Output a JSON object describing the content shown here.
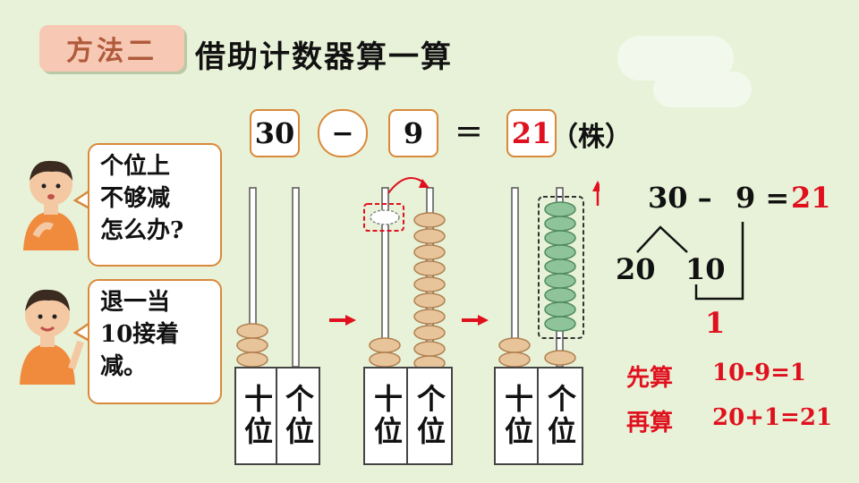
{
  "method_tag": "方法二",
  "heading": "借助计数器算一算",
  "equation": {
    "a": "30",
    "op": "−",
    "b": "9",
    "eq": "=",
    "result": "21",
    "unit": "（株）"
  },
  "bubble1": "个位上\n不够减\n怎么办?",
  "bubble2": "退一当\n10接着\n减。",
  "abacus_labels": {
    "tens": "十位",
    "ones": "个位"
  },
  "split": {
    "left": "30 –",
    "right": "9 =",
    "result": "21",
    "part1": "20",
    "part2": "10",
    "remainder": "1"
  },
  "steps": [
    {
      "label": "先算",
      "expr": "10-9=1"
    },
    {
      "label": "再算",
      "expr": "20+1=21"
    }
  ],
  "colors": {
    "accent": "#d9893a",
    "answer": "#e0101e",
    "bead_tan": "#e8c49a",
    "bead_green": "#8fc49a"
  }
}
